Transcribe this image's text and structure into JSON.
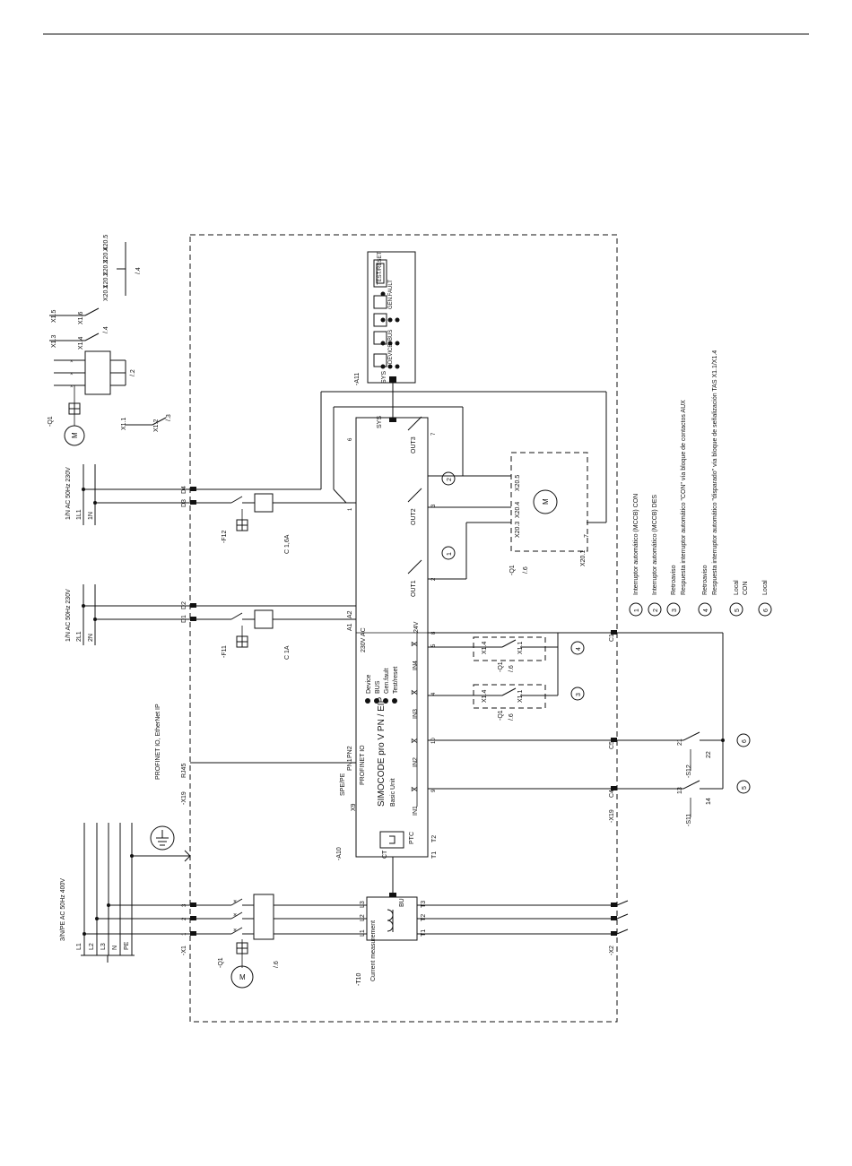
{
  "device": {
    "name": "SIMOCODE pro V PN / EIP",
    "sub": "Basic Unit",
    "protocol": "PROFINET IO",
    "led_device": "Device",
    "led_bus": "BUS",
    "led_genfault": "Gen.fault",
    "led_test": "Test/reset",
    "ref": "-A10",
    "supply": "230V AC",
    "sys": "SYS",
    "ct": "CT",
    "ptc": "PTC",
    "pn1": "PN1",
    "pn2": "PN2",
    "spe": "SPE/PE",
    "x9": "X9",
    "v24": "24V",
    "a1": "A1",
    "a2": "A2",
    "t1": "T1",
    "t2": "T2",
    "out1": "OUT1",
    "out2": "OUT2",
    "out3": "OUT3",
    "in1": "IN1",
    "in2": "IN2",
    "in3": "IN3",
    "in4": "IN4",
    "pins": {
      "p1": "1",
      "p2": "2",
      "p3": "3",
      "p7": "7",
      "p8": "8",
      "p9": "9",
      "p10": "10",
      "p4": "4",
      "p5": "5",
      "p6": "6"
    }
  },
  "panel": {
    "ref": "-A11",
    "sys": "SYS",
    "device": "DEVICE",
    "bus": "BUS",
    "genfault": "GEN.FAULT",
    "test": "TEST/RESET"
  },
  "supply": {
    "three_phase": "3/N/PE AC 50Hz 400V",
    "l1": "L1",
    "l2": "L2",
    "l3": "L3",
    "n": "N",
    "pe": "PE",
    "single_2": "1/N AC 50Hz 230V",
    "l2_1": "2L1",
    "n2": "2N",
    "single_1": "1/N AC 50Hz 230V",
    "l1_1": "1L1",
    "n1": "1N"
  },
  "labels": {
    "x1": "-X1",
    "x2": "-X2",
    "x19a": "-X19",
    "x19b": "-X19",
    "profinet": "PROFINET IO, EtherNet IP",
    "rj45": "RJ45",
    "q1": "-Q1",
    "q1ref": "/.6",
    "t10": "-T10",
    "current": "Current measurement",
    "bu": "BU",
    "f11": "-F11",
    "f11rating": "C 1A",
    "f12": "-F12",
    "f12rating": "C 1,6A",
    "s11": "-S11",
    "s12": "-S12",
    "k1": "-Q1",
    "k1ref": "/.6",
    "k2": "-Q1",
    "k2ref": "/.6",
    "k3": "-Q1",
    "k3ref": "/.6",
    "x201": "X20.1",
    "x202": "X20.2",
    "x203": "X20.3",
    "x204": "X20.4",
    "x205": "X20.5",
    "x11": "X1.1",
    "x12": "X1.2",
    "x13": "X1.3",
    "x14": "X1.4",
    "x15": "X1.5",
    "x16": "X1.6",
    "ref2": "/.2",
    "ref3": "/.3",
    "ref4": "/.4",
    "d1": "D1",
    "d2": "D2",
    "d3": "D3",
    "d4": "D4",
    "c1": "C1",
    "c4": "C4",
    "c5": "C5",
    "l1t": "L1",
    "l2t": "L2",
    "l3t": "L3",
    "t1t": "T1",
    "t2t": "T2",
    "t3t": "T3",
    "n13": "13",
    "n14": "14",
    "n21": "21",
    "n22": "22",
    "m": "M"
  },
  "legend": {
    "items": [
      {
        "num": "1",
        "text": "Interruptor automático (MCCB) CON"
      },
      {
        "num": "2",
        "text": "Interruptor automático (MCCB) DES"
      },
      {
        "num": "3",
        "text": "Retroaviso"
      },
      {
        "num": "3",
        "text": "Respuesta interruptor automático \"CON\" vía bloque de contactos AUX"
      },
      {
        "num": "4",
        "text": "Retroaviso"
      },
      {
        "num": "4",
        "text": "Respuesta interruptor automático \"disparado\" vía bloque de señalización TAS X1.1/X1.4"
      },
      {
        "num": "5",
        "text": "Local"
      },
      {
        "num": "5",
        "text": "CON"
      },
      {
        "num": "6",
        "text": "Local"
      }
    ]
  }
}
